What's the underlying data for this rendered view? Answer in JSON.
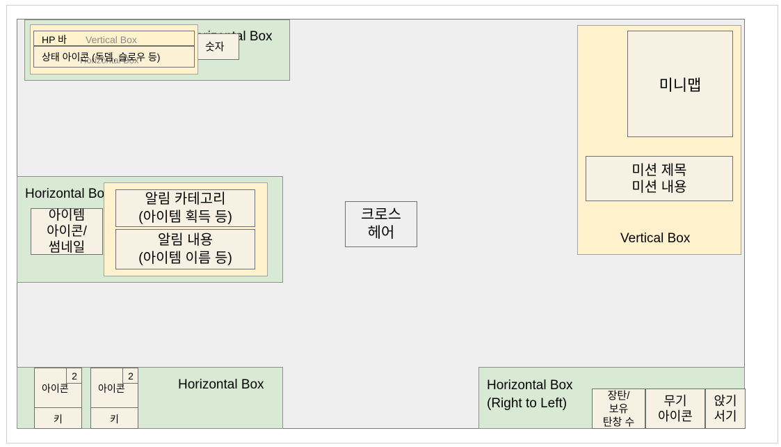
{
  "top_left": {
    "horizontal_label": "Horizontal Box",
    "hp_bar": "HP 바",
    "vertical_label": "Vertical Box",
    "status_icons": "상태 아이콘 (독뎀, 슬로우 등)",
    "horizontal_inner_label": "Horizontal Box",
    "number": "숫자"
  },
  "minimap_panel": {
    "minimap": "미니맵",
    "mission": "미션 제목\n미션 내용",
    "vertical_label": "Vertical Box"
  },
  "notification": {
    "horizontal_label": "Horizontal Box",
    "thumbnail": "아이템\n아이콘/\n썸네일",
    "category": "알림 카테고리\n(아이템 획득 등)",
    "content": "알림 내용\n(아이템 이름 등)"
  },
  "crosshair": "크로스\n헤어",
  "quickslots": {
    "horizontal_label": "Horizontal Box",
    "slots": [
      {
        "icon": "아이콘",
        "count": "2",
        "key": "키"
      },
      {
        "icon": "아이콘",
        "count": "2",
        "key": "키"
      }
    ]
  },
  "weapon_panel": {
    "horizontal_label": "Horizontal Box\n(Right to Left)",
    "ammo": "장탄/\n보유\n탄창 수",
    "weapon_icon": "무기\n아이콘",
    "stance": "앉기\n서기"
  },
  "colors": {
    "green_box": "#d8ead3",
    "yellow_box": "#fff2cc",
    "cream_box": "#f6f1e2",
    "canvas": "#efefef"
  }
}
